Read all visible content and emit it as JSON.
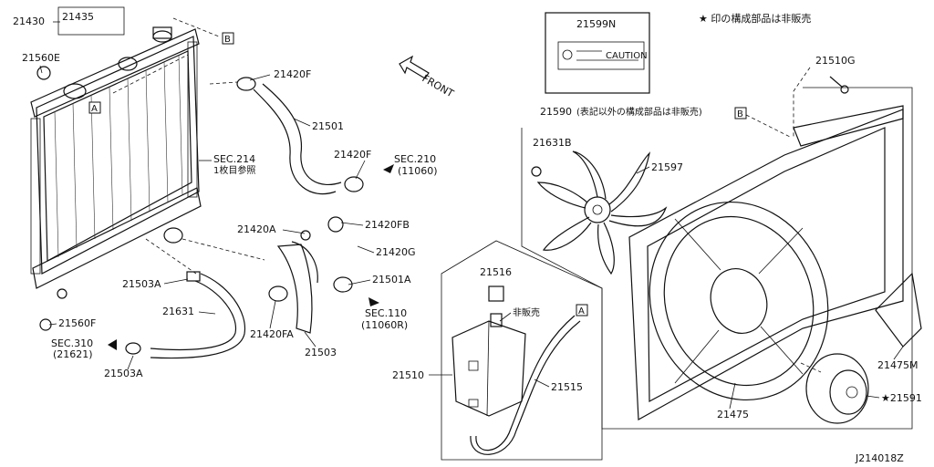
{
  "diagram_code": "J214018Z",
  "note": "★ 印の構成部品は非販売",
  "ref_markers": {
    "a": "A",
    "b": "B"
  },
  "front_label": "FRONT",
  "caution_label": {
    "part": "21599N",
    "caution_text": "CAUTION"
  },
  "parts": {
    "p21430": "21430",
    "p21435": "21435",
    "p21560E": "21560E",
    "p21420F_top": "21420F",
    "p21501": "21501",
    "p21420F_mid": "21420F",
    "sec210": "SEC.210",
    "sec210_sub": "(11060)",
    "sec214": "SEC.214",
    "sec214_sub": "1枚目参照",
    "p21420A": "21420A",
    "p21420FB": "21420FB",
    "p21420G": "21420G",
    "p21501A": "21501A",
    "sec110": "SEC.110",
    "sec110_sub": "(11060R)",
    "p21503A_top": "21503A",
    "p21631": "21631",
    "p21420FA": "21420FA",
    "p21503": "21503",
    "p21560F": "21560F",
    "sec310": "SEC.310",
    "sec310_sub": "(21621)",
    "p21503A_bot": "21503A",
    "p21510G": "21510G",
    "p21590": "21590",
    "p21590_note": "(表記以外の構成部品は非販売)",
    "p21631B": "21631B",
    "p21597": "21597",
    "p21516": "21516",
    "hihanbai": "非販売",
    "p21510": "21510",
    "p21515": "21515",
    "p21475": "21475",
    "p21475M": "21475M",
    "p21591": "★21591"
  }
}
